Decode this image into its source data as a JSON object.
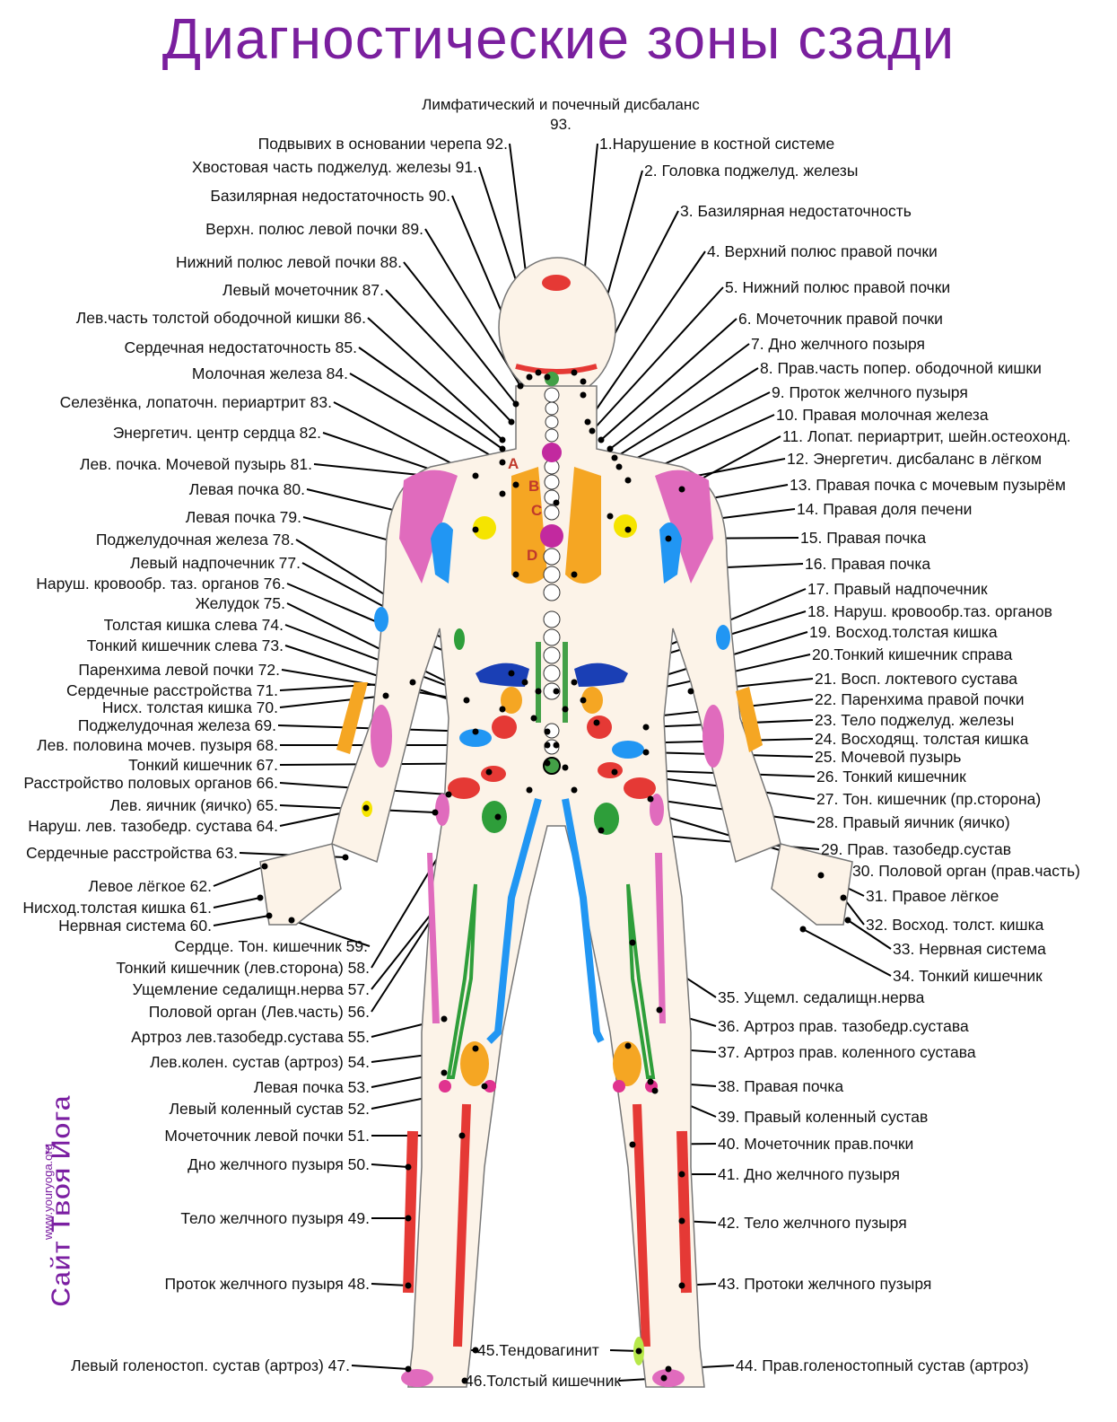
{
  "title": "Диагностические зоны сзади",
  "top_label": {
    "text": "Лимфатический и почечный дисбаланс",
    "number": "93."
  },
  "spine_letters": [
    "A",
    "B",
    "C",
    "D"
  ],
  "watermark": {
    "main": "Сайт Твоя Йога",
    "url": "www.youryoga.org"
  },
  "left_labels": [
    "Подвывих в основании черепа 92.",
    "Хвостовая часть поджелуд. железы 91.",
    "Базилярная недостаточность 90.",
    "Верхн. полюс левой почки  89.",
    "Нижний полюс левой почки 88.",
    "Левый мочеточник 87.",
    "Лев.часть толстой ободочной кишки 86.",
    "Сердечная недостаточность 85.",
    "Молочная железа 84.",
    "Селезёнка, лопаточн. периартрит 83.",
    "Энергетич. центр сердца 82.",
    "Лев. почка. Мочевой пузырь 81.",
    "Левая почка 80.",
    "Левая почка 79.",
    "Поджелудочная железа 78.",
    "Левый надпочечник 77.",
    "Наруш. кровообр. таз. органов  76.",
    "Желудок 75.",
    "Толстая кишка слева 74.",
    "Тонкий кишечник слева 73.",
    "Паренхима левой почки 72.",
    "Сердечные расстройства 71.",
    "Нисх. толстая кишка 70.",
    "Поджелудочная железа 69.",
    "Лев. половина мочев. пузыря 68.",
    "Тонкий кишечник 67.",
    "Расстройство половых органов 66.",
    "Лев. яичник (яичко) 65.",
    "Наруш. лев. тазобедр. сустава 64.",
    "Сердечные расстройства 63.",
    "Левое лёгкое 62.",
    "Нисход.толстая кишка 61.",
    "Нервная система 60.",
    "Сердце. Тон. кишечник 59.",
    "Тонкий кишечник (лев.сторона) 58.",
    "Ущемление седалищн.нерва 57.",
    "Половой орган (Лев.часть) 56.",
    "Артроз лев.тазобедр.сустава 55.",
    "Лев.колен. сустав (артроз) 54.",
    "Левая почка 53.",
    "Левый коленный сустав 52.",
    "Мочеточник левой почки 51.",
    "Дно желчного пузыря 50.",
    "Тело желчного пузыря 49.",
    "Проток желчного пузыря 48.",
    "Левый голеностоп. сустав (артроз) 47."
  ],
  "right_labels": [
    "1.Нарушение в костной системе",
    "2. Головка поджелуд. железы",
    "3. Базилярная недостаточность",
    "4. Верхний полюс правой почки",
    "5. Нижний полюс правой почки",
    "6. Мочеточник правой почки",
    "7. Дно желчного позыря",
    "8. Прав.часть попер. ободочной кишки",
    "9. Проток желчного пузыря",
    "10. Правая молочная железа",
    "11. Лопат. периартрит, шейн.остеохонд.",
    "12. Энергетич. дисбаланс в лёгком",
    "13. Правая почка с мочевым пузырём",
    "14. Правая доля печени",
    "15. Правая почка",
    "16. Правая почка",
    "17. Правый надпочечник",
    "18. Наруш. кровообр.таз. органов",
    "19. Восход.толстая кишка",
    "20.Тонкий кишечник справа",
    "21. Восп. локтевого сустава",
    "22. Паренхима правой почки",
    "23. Тело поджелуд. железы",
    "24. Восходящ. толстая кишка",
    "25. Мочевой пузырь",
    "26. Тонкий кишечник",
    "27. Тон. кишечник (пр.сторона)",
    "28. Правый яичник  (яичко)",
    "29. Прав. тазобедр.сустав",
    "30. Половой орган (прав.часть)",
    "31. Правое лёгкое",
    "32. Восход. толст. кишка",
    "33. Нервная система",
    "34. Тонкий кишечник",
    "35. Ущемл. седалищн.нерва",
    "36. Артроз прав. тазобедр.сустава",
    "37. Артроз прав. коленного сустава",
    "38. Правая почка",
    "39. Правый коленный  сустав",
    "40. Мочеточник прав.почки",
    "41. Дно желчного пузыря",
    "42. Тело желчного пузыря",
    "43. Протоки желчного пузыря",
    "44. Прав.голеностопный сустав (артроз)"
  ],
  "bottom_labels": [
    "45.Тендовагинит",
    "46.Толстый кишечник"
  ]
}
